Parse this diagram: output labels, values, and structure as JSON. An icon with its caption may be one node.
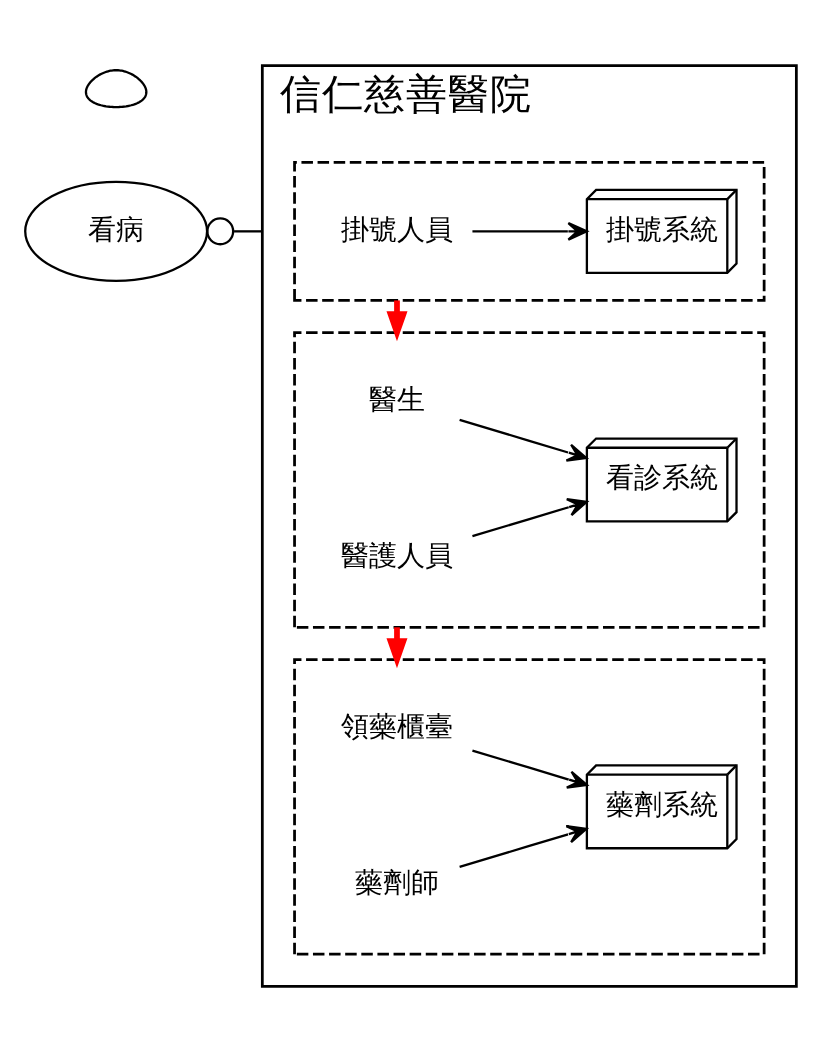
{
  "diagram": {
    "nodes": [
      {
        "text": [
          "看病"
        ]
      },
      {
        "text": [
          "信仁慈善醫院"
        ]
      },
      {
        "text": [],
        "shape": "cloud"
      },
      {
        "text": [],
        "shape": "box",
        "in": 1
      },
      {
        "text": [
          "掛號人員"
        ],
        "in": 3
      },
      {
        "text": [
          "掛號系統"
        ],
        "in": 3
      },
      {
        "text": [],
        "shape": "box",
        "in": 1
      },
      {
        "text": [
          "醫生"
        ],
        "in": 6
      },
      {
        "text": [
          "醫護人員"
        ],
        "in": 6
      },
      {
        "text": [
          "看診系統"
        ],
        "in": 6
      },
      {
        "text": [],
        "shape": "box",
        "in": 1
      },
      {
        "text": [
          "領藥櫃臺"
        ],
        "in": 10
      },
      {
        "text": [
          "藥劑師"
        ],
        "in": 10
      },
      {
        "text": [
          "藥劑系統"
        ],
        "in": 10
      }
    ],
    "edges": [
      {
        "from": 0,
        "to": 1,
        "arrow": "other"
      },
      {
        "from": 4,
        "to": 5,
        "arrow": "to"
      },
      {
        "from": 3,
        "to": 6,
        "arrow": "to",
        "style": "thick",
        "color": "#ff0000"
      },
      {
        "from": 7,
        "to": 9,
        "arrow": "to"
      },
      {
        "from": 8,
        "to": 9,
        "arrow": "to"
      },
      {
        "from": 6,
        "to": 10,
        "arrow": "to",
        "style": "thick",
        "color": "#ff0000"
      },
      {
        "from": 11,
        "to": 13,
        "arrow": "to"
      },
      {
        "from": 12,
        "to": 13,
        "arrow": "to"
      }
    ]
  }
}
